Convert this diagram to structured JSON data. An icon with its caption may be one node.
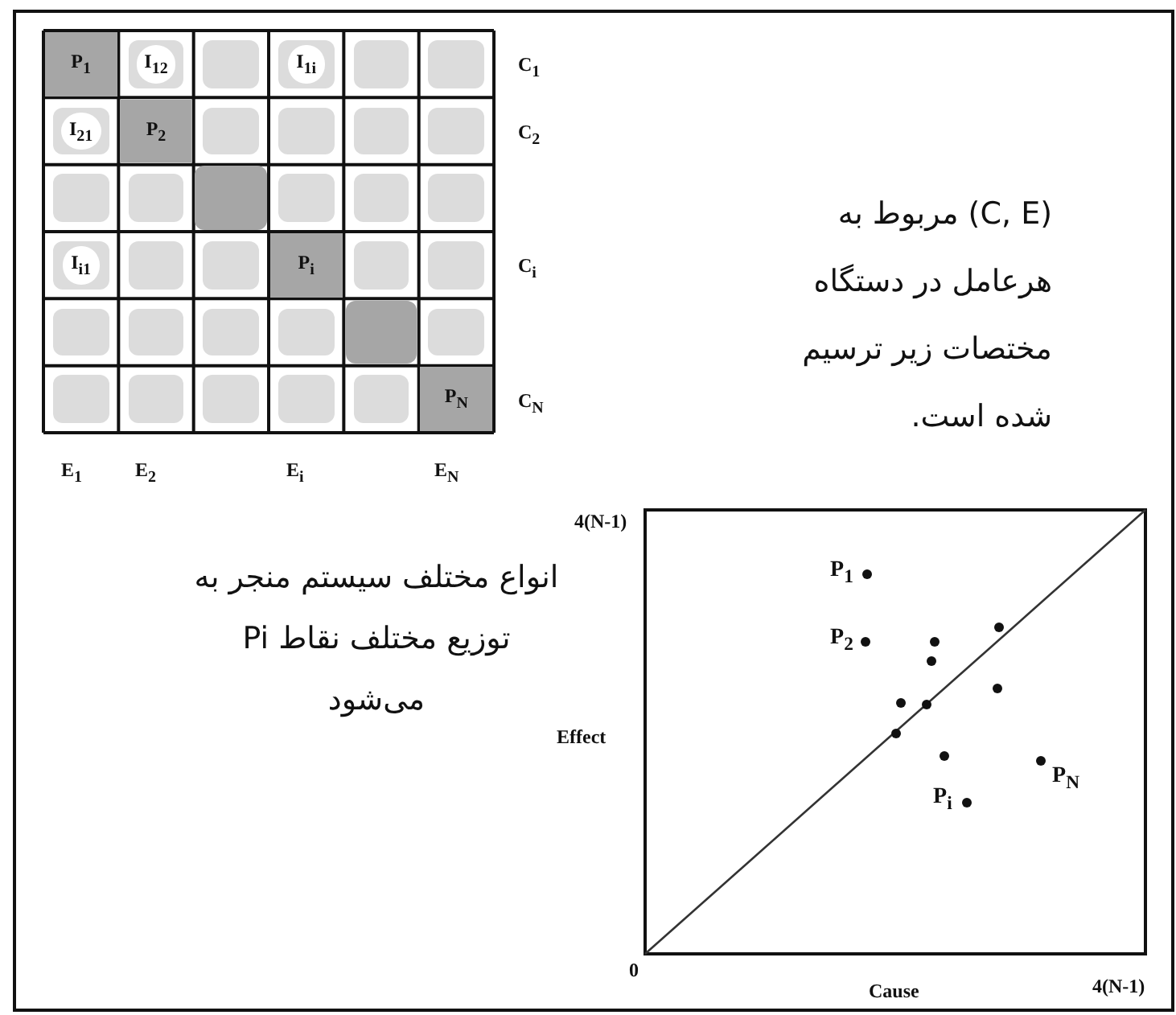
{
  "diagram": {
    "nodes": [
      {
        "text": [
          "P$_{1}$"
        ]
      },
      {
        "text": [
          "I$_{12}$"
        ]
      },
      {
        "text": [],
        "shape": "box"
      },
      {
        "text": [
          "I$_{1i}$"
        ]
      },
      {
        "text": [],
        "shape": "box"
      },
      {
        "text": [],
        "shape": "box"
      },
      {
        "text": [
          "I$_{21}$"
        ]
      },
      {
        "text": [
          "P$_{2}$"
        ]
      },
      {
        "text": [],
        "shape": "box"
      },
      {
        "text": [],
        "shape": "box"
      },
      {
        "text": [],
        "shape": "box"
      },
      {
        "text": [],
        "shape": "box"
      },
      {
        "text": [],
        "shape": "box"
      },
      {
        "text": [],
        "shape": "box"
      },
      {
        "text": [],
        "shape": "box"
      },
      {
        "text": [],
        "shape": "box"
      },
      {
        "text": [],
        "shape": "box"
      },
      {
        "text": [],
        "shape": "box"
      },
      {
        "text": [
          "I$_{i1}$"
        ]
      },
      {
        "text": [],
        "shape": "box"
      },
      {
        "text": [],
        "shape": "box"
      },
      {
        "text": [
          "P$_{i}$"
        ]
      },
      {
        "text": [],
        "shape": "box"
      },
      {
        "text": [],
        "shape": "box"
      },
      {
        "text": [],
        "shape": "box"
      },
      {
        "text": [],
        "shape": "box"
      },
      {
        "text": [],
        "shape": "box"
      },
      {
        "text": [],
        "shape": "box"
      },
      {
        "text": [],
        "shape": "box"
      },
      {
        "text": [],
        "shape": "box"
      },
      {
        "text": [],
        "shape": "box"
      },
      {
        "text": [],
        "shape": "box"
      },
      {
        "text": [],
        "shape": "box"
      },
      {
        "text": [],
        "shape": "box"
      },
      {
        "text": [],
        "shape": "box"
      },
      {
        "text": [
          "P$_{N}$"
        ]
      }
    ],
    "labels": [
      "C$_{1}$",
      "C$_{2}$",
      "C$_{i}$",
      "C$_{N}$",
      "E$_{1}$",
      "E$_{2}$",
      "E$_{i}$",
      "E$_{N}$",
      "(C, E) مربوط به هرعامل در دستگاه مختصات زیر ترسیم شده است.",
      "4(N-1)",
      "P$_{1}$",
      "P$_{2}$",
      "انواع مختلف سیستم منجر به توزیع مختلف نقاط Pi می‌شود",
      "Effect",
      "P$_{i}$",
      "P$_{N}$",
      "0",
      "Cause",
      "4(N-1)"
    ]
  }
}
